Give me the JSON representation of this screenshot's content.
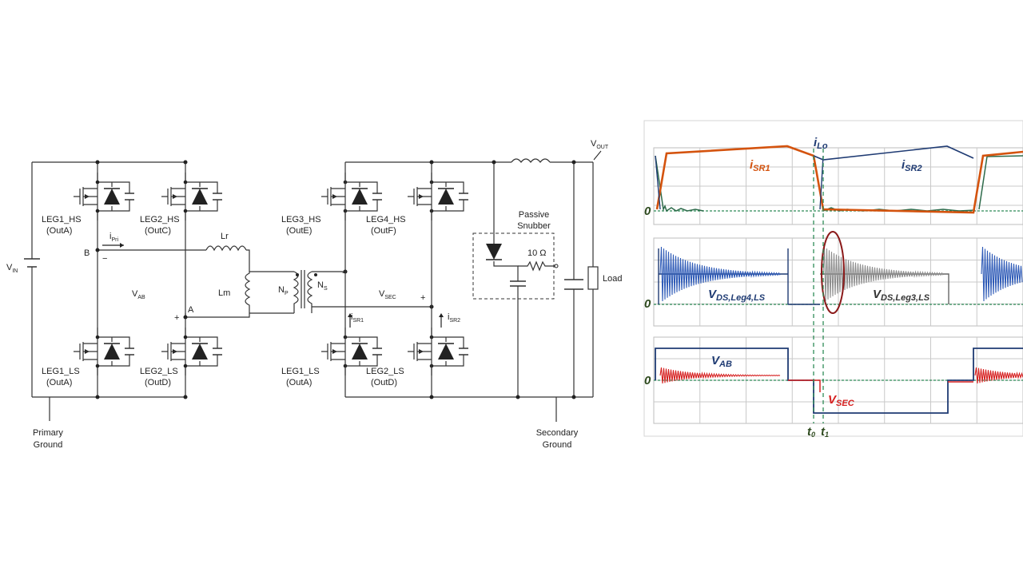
{
  "circuit": {
    "vin": "V",
    "vin_sub": "IN",
    "node_b": "B",
    "node_a": "A",
    "ipri": "i",
    "ipri_sub": "Pri",
    "minus": "−",
    "plus": "+",
    "vab": "V",
    "vab_sub": "AB",
    "lr": "Lr",
    "lm": "Lm",
    "np": "N",
    "np_sub": "P",
    "ns": "N",
    "ns_sub": "S",
    "vsec": "V",
    "vsec_sub": "SEC",
    "isr1": "i",
    "isr1_sub": "SR1",
    "isr2": "i",
    "isr2_sub": "SR2",
    "vout": "V",
    "vout_sub": "OUT",
    "passive": "Passive",
    "snubber": "Snubber",
    "resistor": "10 Ω",
    "load": "Load",
    "primary_ground": [
      "Primary",
      "Ground"
    ],
    "secondary_ground": [
      "Secondary",
      "Ground"
    ],
    "switches": [
      {
        "name": "LEG1_HS",
        "out": "(OutA)"
      },
      {
        "name": "LEG2_HS",
        "out": "(OutC)"
      },
      {
        "name": "LEG1_LS",
        "out": "(OutA)"
      },
      {
        "name": "LEG2_LS",
        "out": "(OutD)"
      },
      {
        "name": "LEG3_HS",
        "out": "(OutE)"
      },
      {
        "name": "LEG4_HS",
        "out": "(OutF)"
      },
      {
        "name": "LEG1_LS",
        "out": "(OutA)"
      },
      {
        "name": "LEG2_LS",
        "out": "(OutD)"
      }
    ]
  },
  "waveforms": {
    "zero": "0",
    "ilo": "i",
    "ilo_sub": "Lo",
    "isr1": "i",
    "isr1_sub": "SR1",
    "isr2": "i",
    "isr2_sub": "SR2",
    "vds4": "V",
    "vds4_sub": "DS,Leg4,LS",
    "vds3": "V",
    "vds3_sub": "DS,Leg3,LS",
    "vab": "V",
    "vab_sub": "AB",
    "vsec": "V",
    "vsec_sub": "SEC",
    "t0": "t",
    "t0_sub": "0",
    "t1": "t",
    "t1_sub": "1",
    "colors": {
      "orange": "#d4530e",
      "navy": "#1f3b73",
      "blue": "#2f5bb7",
      "gray": "#8d8d8d",
      "green": "#2e8b57",
      "red": "#d62020",
      "annot": "#8b1a1a"
    }
  }
}
